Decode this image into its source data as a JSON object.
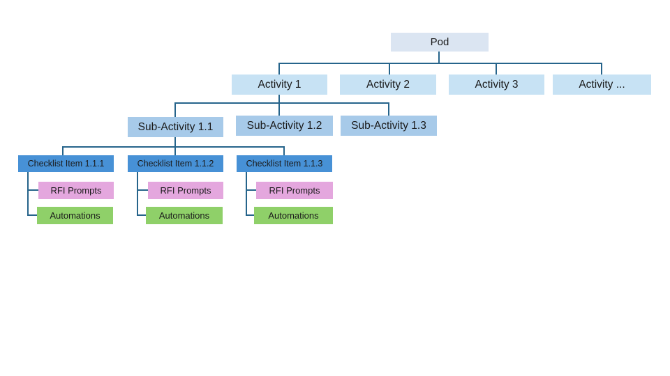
{
  "tree": {
    "root": {
      "label": "Pod"
    },
    "activities": [
      {
        "label": "Activity 1"
      },
      {
        "label": "Activity 2"
      },
      {
        "label": "Activity 3"
      },
      {
        "label": "Activity ..."
      }
    ],
    "sub_activities": [
      {
        "label": "Sub-Activity 1.1"
      },
      {
        "label": "Sub-Activity 1.2"
      },
      {
        "label": "Sub-Activity 1.3"
      }
    ],
    "checklist_items": [
      {
        "label": "Checklist Item 1.1.1",
        "children": [
          "RFI Prompts",
          "Automations"
        ]
      },
      {
        "label": "Checklist Item 1.1.2",
        "children": [
          "RFI Prompts",
          "Automations"
        ]
      },
      {
        "label": "Checklist Item 1.1.3",
        "children": [
          "RFI Prompts",
          "Automations"
        ]
      }
    ]
  },
  "colors": {
    "pod_fill": "#dbe5f2",
    "activity_fill": "#c7e2f4",
    "sub_activity_fill": "#a7cae9",
    "checklist_fill": "#4791d6",
    "rfi_fill": "#e4a7de",
    "automations_fill": "#8fd069",
    "connector_line": "#26648b",
    "text": "#1a1a1a",
    "background": "#ffffff"
  }
}
